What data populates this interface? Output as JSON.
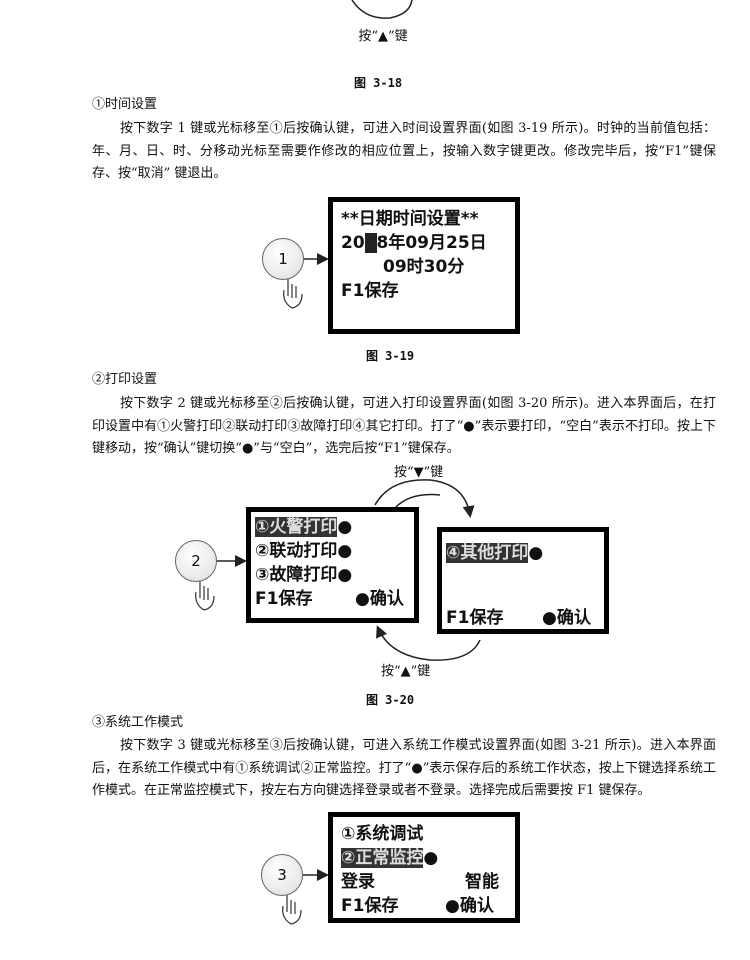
{
  "top_key_label": "按“▲”键",
  "fig_3_18_caption": "图 3-18",
  "section1": {
    "heading": "①时间设置",
    "paragraph": "按下数字 1 键或光标移至①后按确认键，可进入时间设置界面(如图 3-19 所示)。时钟的当前值包括：年、月、日、时、分移动光标至需要作修改的相应位置上，按输入数字键更改。修改完毕后，按“F1”键保存、按“取消” 键退出。",
    "figure": {
      "button_number": "1",
      "title_line": "**日期时间设置**",
      "date_before_cursor": "20",
      "date_cursor": "1",
      "date_after_cursor": "8年09月25日",
      "time_line": "09时30分",
      "save_line": "F1保存",
      "caption": "图 3-19"
    }
  },
  "section2": {
    "heading": "②打印设置",
    "paragraph": "按下数字 2 键或光标移至②后按确认键，可进入打印设置界面(如图 3-20 所示)。进入本界面后，在打印设置中有①火警打印②联动打印③故障打印④其它打印。打了“●”表示要打印，“空白”表示不打印。按上下键移动，按“确认”键切换“●”与“空白”，选完后按“F1”键保存。",
    "figure": {
      "button_number": "2",
      "down_key_label": "按“▼”键",
      "up_key_label": "按“▲”键",
      "left_screen": {
        "items": [
          {
            "label": "①火警打印",
            "mark": "●"
          },
          {
            "label": "②联动打印",
            "mark": "●"
          },
          {
            "label": "③故障打印",
            "mark": "●"
          }
        ],
        "save": "F1保存",
        "confirm": "●确认"
      },
      "right_screen": {
        "items": [
          {
            "label": "④其他打印",
            "mark": "●"
          }
        ],
        "save": "F1保存",
        "confirm": "●确认"
      },
      "caption": "图 3-20"
    }
  },
  "section3": {
    "heading": "③系统工作模式",
    "paragraph": "按下数字 3 键或光标移至③后按确认键，可进入系统工作模式设置界面(如图 3-21 所示)。进入本界面后，在系统工作模式中有①系统调试②正常监控。打了“●”表示保存后的系统工作状态，按上下键选择系统工作模式。在正常监控模式下，按左右方向键选择登录或者不登录。选择完成后需要按 F1 键保存。",
    "figure": {
      "button_number": "3",
      "line1": "①系统调试",
      "line2_label": "②正常监控",
      "line2_mark": "●",
      "login": "登录",
      "smart": "智能",
      "save": "F1保存",
      "confirm": "●确认"
    }
  }
}
